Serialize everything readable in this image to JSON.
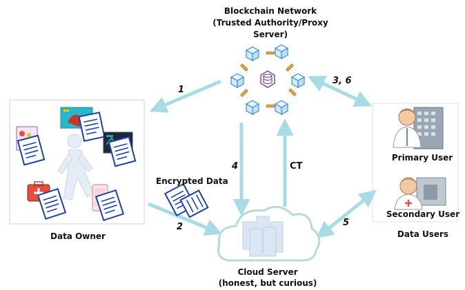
{
  "blockchain": {
    "title_line1": "Blockchain Network",
    "title_line2": "(Trusted Authority/Proxy",
    "title_line3": "Server)"
  },
  "data_owner": {
    "label": "Data Owner"
  },
  "data_users": {
    "label": "Data Users",
    "primary_label": "Primary User",
    "secondary_label": "Secondary User"
  },
  "cloud": {
    "label_line1": "Cloud Server",
    "label_line2": "(honest, but curious)"
  },
  "encrypted_data": {
    "label": "Encrypted Data"
  },
  "steps": {
    "s1": "1",
    "s2": "2",
    "s36": "3, 6",
    "s4": "4",
    "s5": "5",
    "ct": "CT"
  },
  "colors": {
    "arrow": "#a8dce4",
    "block_edge": "#3a8fd8",
    "hub": "#7a3fa8",
    "cloud_edge": "#b8d8da",
    "doc_edge": "#1a3fb0"
  }
}
